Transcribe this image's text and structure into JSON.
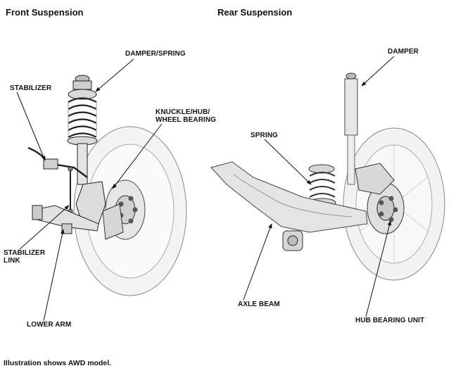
{
  "headings": {
    "front": "Front Suspension",
    "rear": "Rear Suspension"
  },
  "labels": {
    "damper_spring": "DAMPER/SPRING",
    "stabilizer": "STABILIZER",
    "knuckle_line1": "KNUCKLE/HUB/",
    "knuckle_line2": "WHEEL BEARING",
    "stabilizer_link_line1": "STABILIZER",
    "stabilizer_link_line2": "LINK",
    "lower_arm": "LOWER ARM",
    "damper": "DAMPER",
    "spring": "SPRING",
    "axle_beam": "AXLE BEAM",
    "hub_bearing_unit": "HUB BEARING UNIT"
  },
  "footnote": "Illustration shows AWD model."
}
